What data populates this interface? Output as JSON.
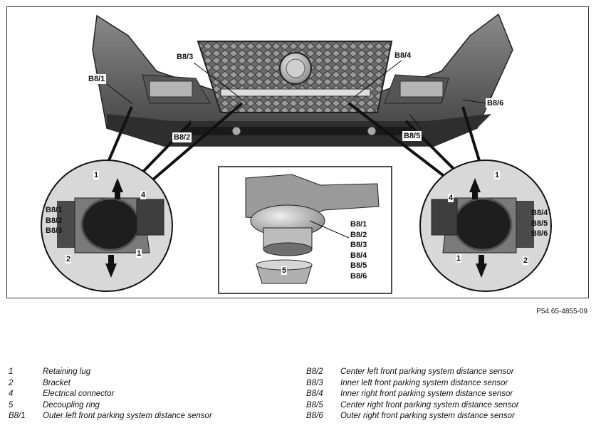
{
  "figure": {
    "id": "P54.65-4855-09",
    "callouts": {
      "b8_1": "B8/1",
      "b8_2": "B8/2",
      "b8_3": "B8/3",
      "b8_4": "B8/4",
      "b8_5": "B8/5",
      "b8_6": "B8/6"
    },
    "left_detail": {
      "sensors": [
        "B8/1",
        "B8/2",
        "B8/3"
      ],
      "lug_top": "1",
      "lug_bottom": "1",
      "bracket": "2",
      "connector": "4"
    },
    "right_detail": {
      "sensors": [
        "B8/4",
        "B8/5",
        "B8/6"
      ],
      "lug_top": "1",
      "lug_bottom": "1",
      "bracket": "2",
      "connector": "4"
    },
    "center_detail": {
      "sensors": [
        "B8/1",
        "B8/2",
        "B8/3",
        "B8/4",
        "B8/5",
        "B8/6"
      ],
      "ring": "5"
    }
  },
  "legend_left": [
    {
      "code": "1",
      "desc": "Retaining lug"
    },
    {
      "code": "2",
      "desc": "Bracket"
    },
    {
      "code": "4",
      "desc": "Electrical connector"
    },
    {
      "code": "5",
      "desc": "Decoupling ring"
    },
    {
      "code": "B8/1",
      "desc": "Outer left front parking system distance sensor"
    }
  ],
  "legend_right": [
    {
      "code": "B8/2",
      "desc": "Center left front parking system distance sensor"
    },
    {
      "code": "B8/3",
      "desc": "Inner left front parking system distance sensor"
    },
    {
      "code": "B8/4",
      "desc": "Inner right front parking system distance sensor"
    },
    {
      "code": "B8/5",
      "desc": "Center right front parking system distance sensor"
    },
    {
      "code": "B8/6",
      "desc": "Outer right front parking system distance sensor"
    }
  ]
}
